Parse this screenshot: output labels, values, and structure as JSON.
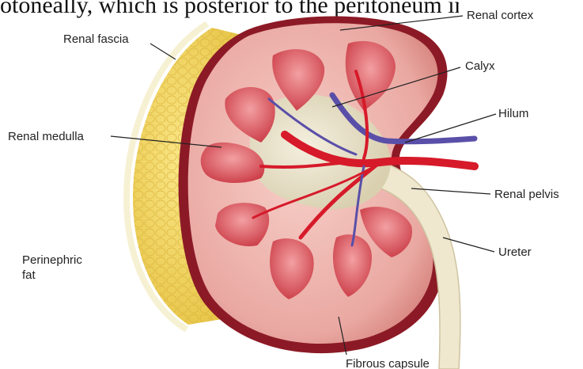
{
  "header_text": "otoneally, which is posterior to the peritoneum in",
  "labels": {
    "renal_fascia": "Renal fascia",
    "renal_cortex": "Renal cortex",
    "calyx": "Calyx",
    "hilum": "Hilum",
    "renal_medulla": "Renal medulla",
    "renal_pelvis": "Renal pelvis",
    "ureter": "Ureter",
    "perinephric_fat_line1": "Perinephric",
    "perinephric_fat_line2": "fat",
    "fibrous_capsule": "Fibrous capsule"
  },
  "colors": {
    "fat": "#f2d75a",
    "fat_edge": "#d8b53a",
    "fascia": "#f5efc8",
    "capsule": "#8c1a26",
    "cortex": "#e9a3a0",
    "medulla": "#d9454f",
    "sinus": "#e8e3cf",
    "artery": "#d61a2a",
    "vein": "#5a4fa8",
    "pelvis": "#e6dfc4"
  }
}
